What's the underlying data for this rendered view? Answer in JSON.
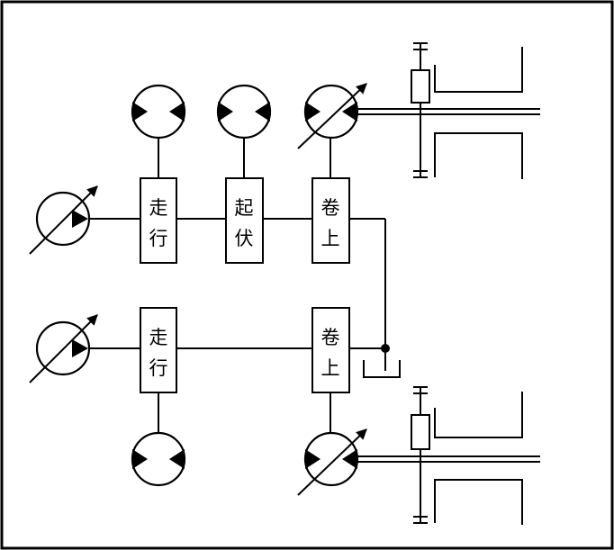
{
  "diagram": {
    "valve_upper_travel": [
      "走",
      "行"
    ],
    "valve_upper_luffing": [
      "起",
      "伏"
    ],
    "valve_upper_hoist": [
      "卷",
      "上"
    ],
    "valve_lower_travel": [
      "走",
      "行"
    ],
    "valve_lower_hoist": [
      "卷",
      "上"
    ]
  },
  "colors": {
    "line": "#000000",
    "background": "#ffffff"
  }
}
